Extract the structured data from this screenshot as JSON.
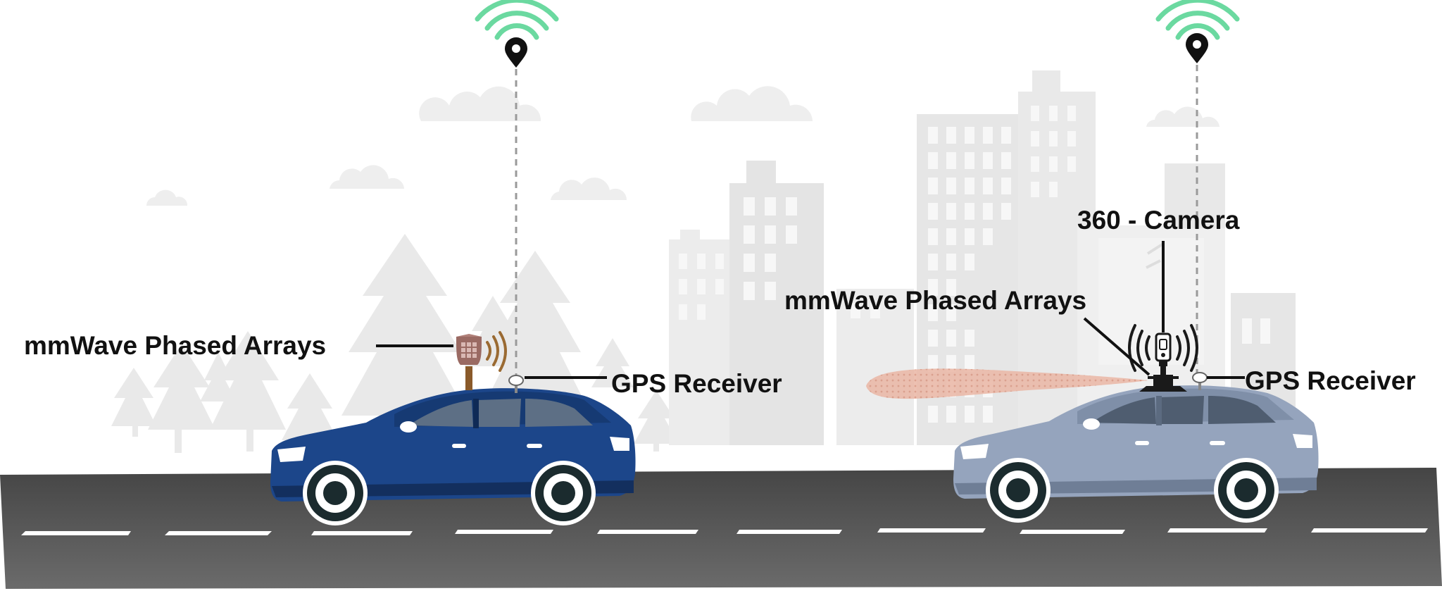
{
  "labels": {
    "left_mmwave": "mmWave Phased Arrays",
    "left_gps": "GPS Receiver",
    "camera": "360 - Camera",
    "right_mmwave": "mmWave Phased Arrays",
    "right_gps": "GPS Receiver"
  },
  "colors": {
    "left_car_body": "#1c468a",
    "right_car_body": "#95a4bd",
    "road": "#5f5f5f",
    "wifi_signal": "#6bd9a0",
    "beam": "#e0a794",
    "phased_array_panel": "#9a6a63",
    "background_buildings": "#e6e6e6"
  },
  "icons": [
    "wifi-signal-icon",
    "location-pin-icon",
    "radio-waves-icon",
    "camera-icon",
    "gps-antenna-icon"
  ]
}
